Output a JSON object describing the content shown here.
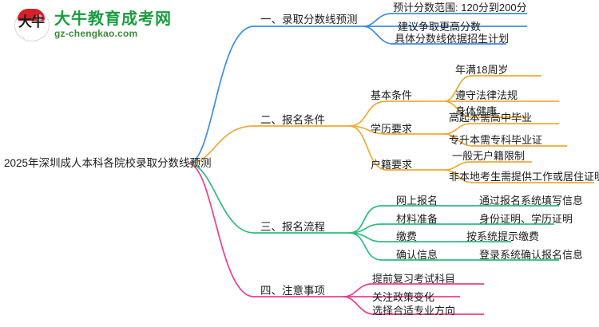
{
  "logo": {
    "mark_text": "大牛",
    "title": "大牛教育成考网",
    "subtitle": "gz-chengkao.com",
    "brand_green": "#1a9d3f",
    "brand_red": "#d6212a"
  },
  "mindmap": {
    "root": {
      "label": "2025年深圳成人本科各院校录取分数线预测"
    },
    "branches": [
      {
        "id": "branch-1",
        "label": "一、录取分数线预测",
        "color": "#3d8ce8",
        "children": [
          {
            "label": "预计分数范围: 120分到200分"
          },
          {
            "label": "建议争取更高分数"
          },
          {
            "label": "具体分数线依据招生计划"
          }
        ]
      },
      {
        "id": "branch-2",
        "label": "二、报名条件",
        "color": "#edab35",
        "groups": [
          {
            "label": "基本条件",
            "children": [
              {
                "label": "年满18周岁"
              },
              {
                "label": "遵守法律法规"
              },
              {
                "label": "身体健康"
              }
            ]
          },
          {
            "label": "学历要求",
            "children": [
              {
                "label": "高起本需高中毕业"
              },
              {
                "label": "专升本需专科毕业证"
              }
            ]
          },
          {
            "label": "户籍要求",
            "children": [
              {
                "label": "一般无户籍限制"
              },
              {
                "label": "非本地考生需提供工作或居住证明"
              }
            ]
          }
        ]
      },
      {
        "id": "branch-3",
        "label": "三、报名流程",
        "color": "#2bbd7e",
        "steps": [
          {
            "label": "网上报名",
            "detail": "通过报名系统填写信息"
          },
          {
            "label": "材料准备",
            "detail": "身份证明、学历证明"
          },
          {
            "label": "缴费",
            "detail": "按系统提示缴费"
          },
          {
            "label": "确认信息",
            "detail": "登录系统确认报名信息"
          }
        ]
      },
      {
        "id": "branch-4",
        "label": "四、注意事项",
        "color": "#ec3f8e",
        "children": [
          {
            "label": "提前复习考试科目"
          },
          {
            "label": "关注政策变化"
          },
          {
            "label": "选择合适专业方向"
          }
        ]
      }
    ]
  }
}
